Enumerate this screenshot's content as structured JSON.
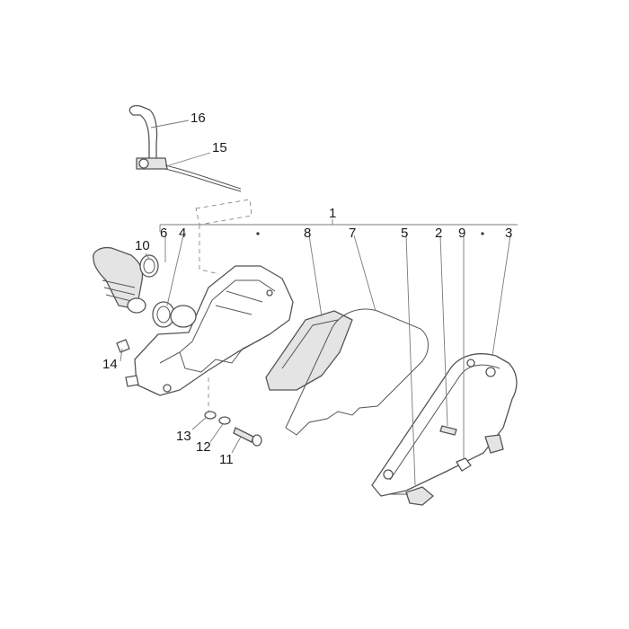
{
  "diagram": {
    "callouts": {
      "c1": "1",
      "c2": "2",
      "c3": "3",
      "c4": "4",
      "c5": "5",
      "c6": "6",
      "c7": "7",
      "c8": "8",
      "c9": "9",
      "c10": "10",
      "c11": "11",
      "c12": "12",
      "c13": "13",
      "c14": "14",
      "c15": "15",
      "c16": "16"
    },
    "colors": {
      "line": "#555555",
      "shade": "#e4e4e4",
      "text": "#1a1a1a"
    }
  }
}
